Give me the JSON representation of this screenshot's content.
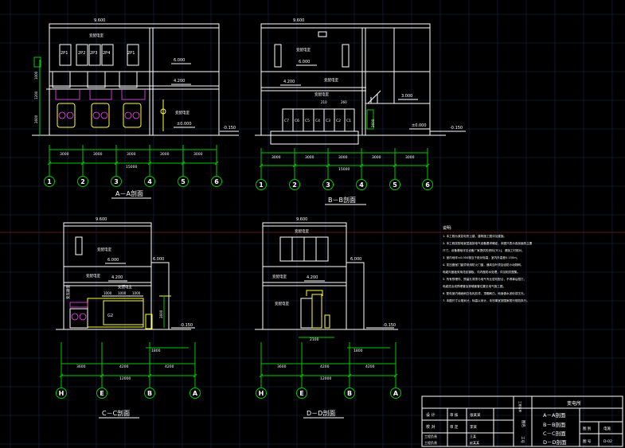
{
  "sections": {
    "aa": {
      "title": "A－A剖面",
      "top_level": "9.600",
      "room_top": "变配电室",
      "level_6": "6.000",
      "level_4": "4.200",
      "level_0": "±0.000",
      "level_m": "-0.150",
      "room_right": "变配电室",
      "panels": [
        "2P1",
        "2P2",
        "2P3",
        "2P4",
        "2P1"
      ],
      "dims": [
        "3000",
        "3000",
        "3000",
        "3000",
        "3000"
      ],
      "total": "15000",
      "left_dims": [
        "1000",
        "1200",
        "2600"
      ],
      "axes": [
        "1",
        "2",
        "3",
        "4",
        "5",
        "6"
      ]
    },
    "bb": {
      "title": "B－B剖面",
      "top_level": "9.600",
      "room_top": "变配电室",
      "level_6": "6.000",
      "level_42": "4.200",
      "level_3": "3.000",
      "level_0": "±0.000",
      "level_m": "-0.150",
      "room_low": "变配电室",
      "room_mid": "变配电室",
      "cabinets": [
        "C7",
        "C6",
        "C5",
        "C4",
        "C3",
        "C2",
        "C1"
      ],
      "cab_top": [
        "210",
        "260"
      ],
      "right_dim": "2600",
      "dims": [
        "3000",
        "3000",
        "3000",
        "3000",
        "3000"
      ],
      "total": "15000",
      "axes": [
        "1",
        "2",
        "3",
        "4",
        "5",
        "6"
      ]
    },
    "cc": {
      "title": "C－C剖面",
      "top_level": "9.600",
      "room_top": "变配电室",
      "level_6": "6.000",
      "level_r": "6.000",
      "level_4": "4.200",
      "level_m": "-0.150",
      "room_low": "变配电室",
      "room_side": "变配电室",
      "side_label": "变压器室",
      "g2": "G2",
      "small_dims": [
        "1000",
        "1000",
        "1000"
      ],
      "v_dim": "2600",
      "dim_1800": "1800",
      "dims": [
        "3600",
        "4200",
        "4200"
      ],
      "total": "12000",
      "axes": [
        "H",
        "E",
        "B",
        "A"
      ]
    },
    "dd": {
      "title": "D－D剖面",
      "top_level": "9.600",
      "room_top": "变配电室",
      "level_6": "6.000",
      "level_4": "4.200",
      "level_m": "-0.150",
      "room_mid": "变配电室",
      "room_low": "变配电室",
      "dim_2100": "2100",
      "dim_1800": "1800",
      "dims": [
        "3600",
        "4200",
        "4200"
      ],
      "total": "12000",
      "axes": [
        "H",
        "E",
        "B",
        "A"
      ]
    }
  },
  "notes": {
    "heading": "说明:",
    "lines": [
      "1. 本工程为某变电所土建，建筑施工图详见建施。",
      "2. 本工程变配电室层高按电气设备要求确定，本图只表示各剖面的主要",
      "   尺寸，设备基础详见设备厂家提供的资料[TCL]，请施工时核对。",
      "3. 室内地坪±0.000相当于绝对标高，室内外高差0.150m。",
      "4. 变压器室门窗须采用防火门窗，通风百叶须加设防小动物网，",
      "   电缆沟盖板采用花纹钢板，沟内做防水处理，详见相关图集。",
      "5. 所有预埋件、预留孔洞须与电气专业密切配合，不得事后凿打。",
      "   电缆进出线预埋管及穿墙套管位置见电气施工图。",
      "6. 配电室内墙面刷白色乳胶漆，顶棚刷白，地面做水泥砂浆压光。",
      "7. 本图尺寸以毫米计，标高以米计，未尽事宜按国家现行规范执行。"
    ]
  },
  "title_block": {
    "project_label": "工程名称",
    "project": "变电所",
    "drawing_label": "图名",
    "drawings": [
      "A－A剖面",
      "B－B剖面",
      "C－C剖面",
      "D－D剖面"
    ],
    "rows_left": [
      [
        "设 计",
        "张某某"
      ],
      [
        "校 对",
        "李某"
      ],
      [
        "工程负责",
        "王某"
      ],
      [
        "工程负责",
        "赵某某"
      ]
    ],
    "mid_col": [
      "审 核",
      "审 定"
    ],
    "stage_label": "工号",
    "stage": "",
    "sheet_label": "图 别",
    "sheet": "电施",
    "no_label": "图 号",
    "no": "D-02"
  }
}
